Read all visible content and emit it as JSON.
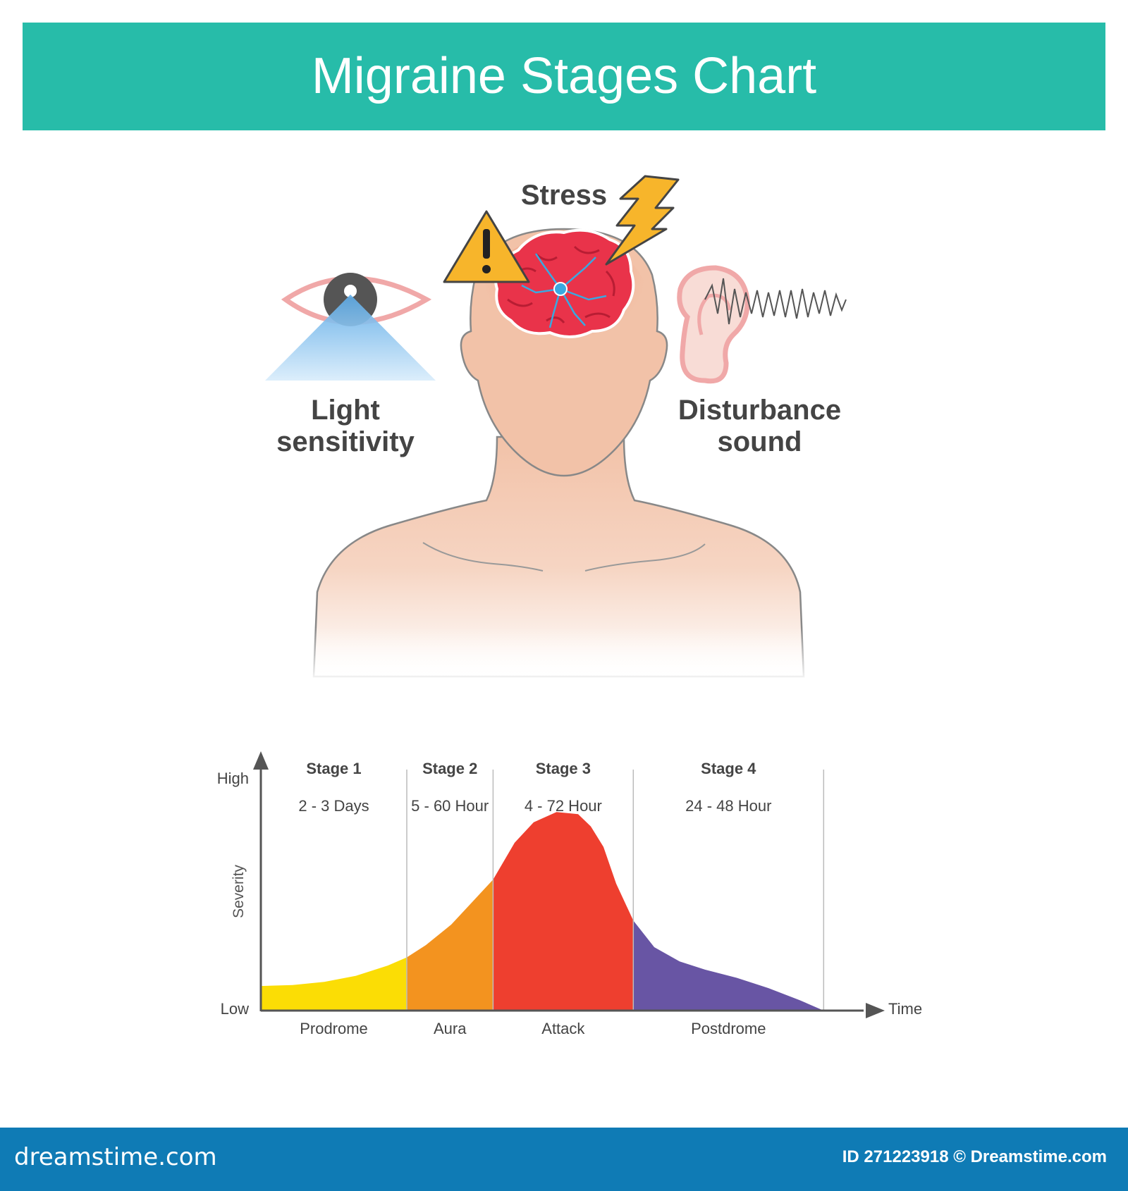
{
  "title": "Migraine Stages Chart",
  "illustration": {
    "stress_label": "Stress",
    "light_label_line1": "Light",
    "light_label_line2": "sensitivity",
    "sound_label_line1": "Disturbance",
    "sound_label_line2": "sound",
    "icons": [
      "eye-icon",
      "warning-icon",
      "lightning-icon",
      "brain-icon",
      "neuron-icon",
      "ear-icon",
      "sound-wave-icon"
    ]
  },
  "chart_data": {
    "type": "area",
    "ylabel": "Severity",
    "xlabel": "Time",
    "y_tick_labels": {
      "high": "High",
      "low": "Low"
    },
    "stages": [
      {
        "stage": "Stage 1",
        "duration": "2 - 3 Days",
        "phase": "Prodrome",
        "color": "#fbdd05",
        "x_start": 0,
        "x_end": 2.3
      },
      {
        "stage": "Stage 2",
        "duration": "5 - 60 Hour",
        "phase": "Aura",
        "color": "#f3931f",
        "x_start": 2.3,
        "x_end": 3.66
      },
      {
        "stage": "Stage 3",
        "duration": "4 - 72 Hour",
        "phase": "Attack",
        "color": "#ee3f2f",
        "x_start": 3.66,
        "x_end": 5.87
      },
      {
        "stage": "Stage 4",
        "duration": "24 - 48 Hour",
        "phase": "Postdrome",
        "color": "#6855a4",
        "x_start": 5.87,
        "x_end": 8.87
      }
    ],
    "curve": {
      "x": [
        0,
        0.5,
        1.0,
        1.5,
        2.0,
        2.3,
        2.6,
        3.0,
        3.3,
        3.66,
        4.0,
        4.3,
        4.66,
        5.0,
        5.2,
        5.4,
        5.6,
        5.87,
        6.2,
        6.6,
        7.0,
        7.5,
        8.0,
        8.5,
        8.87
      ],
      "y": [
        0.12,
        0.125,
        0.14,
        0.17,
        0.22,
        0.26,
        0.32,
        0.42,
        0.52,
        0.64,
        0.82,
        0.92,
        0.97,
        0.96,
        0.9,
        0.8,
        0.62,
        0.44,
        0.31,
        0.24,
        0.2,
        0.16,
        0.11,
        0.05,
        0.0
      ]
    },
    "xlim": [
      0,
      9.5
    ],
    "ylim": [
      0,
      1.15
    ],
    "grid": false
  },
  "footer": {
    "brand": "dreamstime.com",
    "id_text": "ID 271223918 © Dreamstime.com"
  }
}
